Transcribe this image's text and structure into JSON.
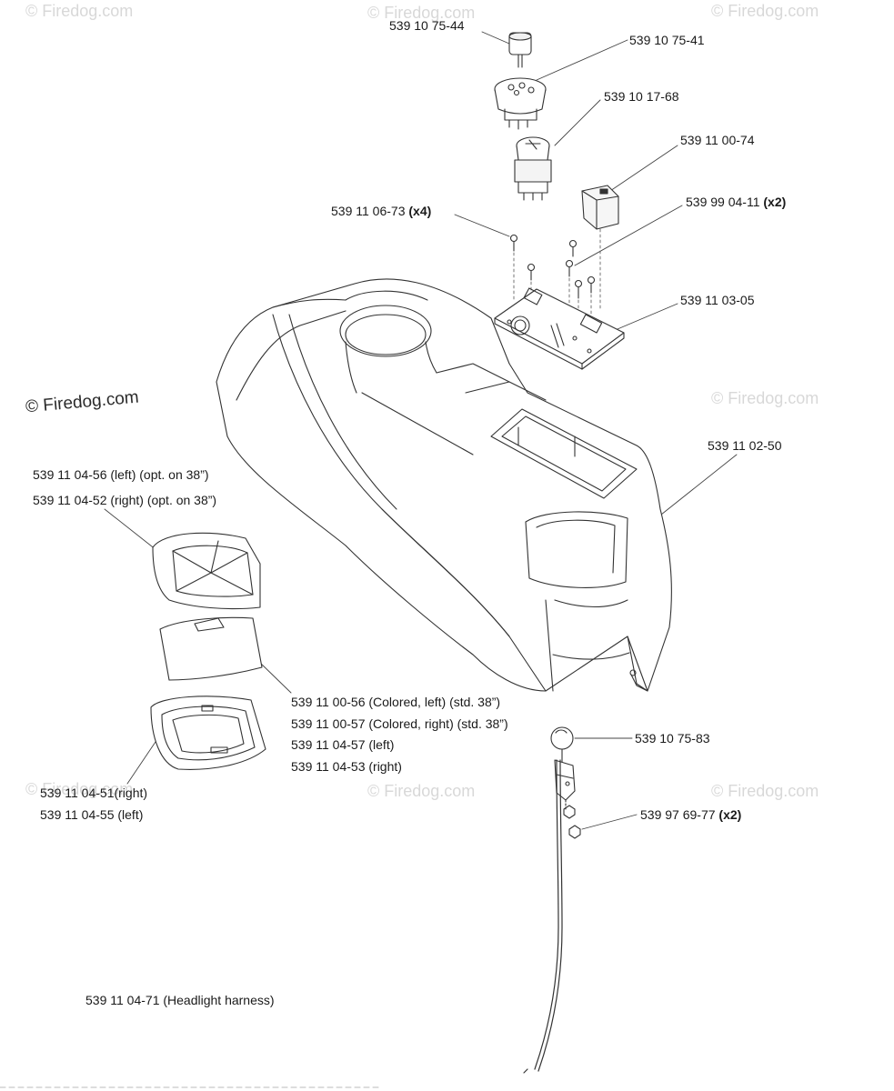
{
  "watermark": "© Firedog.com",
  "parts": {
    "p1": {
      "num": "539 10 75-44"
    },
    "p2": {
      "num": "539 10 75-41"
    },
    "p3": {
      "num": "539 10 17-68"
    },
    "p4": {
      "num": "539 11 00-74"
    },
    "p5": {
      "num": "539 11 06-73",
      "qty": "(x4)"
    },
    "p6": {
      "num": "539 99 04-11",
      "qty": "(x2)"
    },
    "p7": {
      "num": "539 11 03-05"
    },
    "p8": {
      "num": "539 11 02-50"
    },
    "p9a": {
      "num": "539 11 04-56 (left) (opt. on 38”)"
    },
    "p9b": {
      "num": "539 11 04-52 (right) (opt. on 38”)"
    },
    "p10a": {
      "num": "539 11 00-56 (Colored, left) (std. 38”)"
    },
    "p10b": {
      "num": "539 11 00-57 (Colored, right) (std. 38”)"
    },
    "p10c": {
      "num": "539 11 04-57 (left)"
    },
    "p10d": {
      "num": "539 11 04-53 (right)"
    },
    "p11a": {
      "num": "539 11 04-51(right)"
    },
    "p11b": {
      "num": "539 11 04-55 (left)"
    },
    "p12": {
      "num": "539 10 75-83"
    },
    "p13": {
      "num": "539 97 69-77",
      "qty": "(x2)"
    },
    "p14": {
      "num": "539 11 04-71 (Headlight harness)"
    }
  }
}
